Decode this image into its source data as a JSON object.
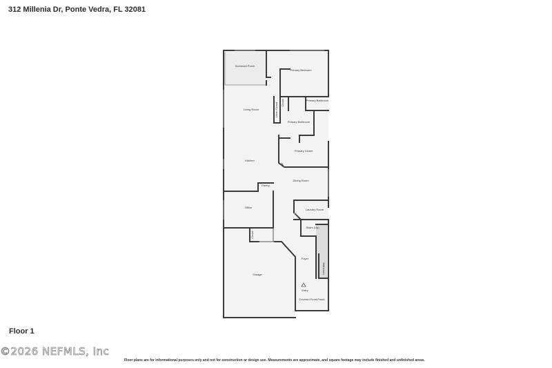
{
  "header": {
    "address": "312 Millenia Dr, Ponte Vedra, FL 32081"
  },
  "floor": {
    "label": "Floor 1"
  },
  "footer": {
    "copyright": "©2026 NEFMLS, Inc",
    "disclaimer": "Floor plans are for informational purposes only and not for construction or design use. Measurements are approximate, and square footage may include finished and unfinished areas."
  },
  "rooms": {
    "screened_porch": "Screened Porch",
    "primary_bedroom": "Primary Bedroom",
    "primary_bathroom_small": "Primary Bathroom",
    "closet_upper": "Closet",
    "linen_closet": "Linen Closet",
    "living_room": "Living Room",
    "primary_bathroom": "Primary Bathroom",
    "primary_closet": "Primary Closet",
    "kitchen": "Kitchen",
    "pantry": "Pantry",
    "dining_room": "Dining Room",
    "office": "Office",
    "laundry_room": "Laundry Room",
    "stairs_up": "Stairs (Up)",
    "closet_lower": "Closet",
    "foyer": "Foyer",
    "bathroom": "Bathroom",
    "garage": "Garage",
    "entry": "Entry",
    "covered_front_porch": "Covered Front Porch"
  },
  "colors": {
    "wall": "#3a3a3a",
    "floor_fill": "#f3f3f3",
    "stairs_fill": "#dcdcdc"
  }
}
